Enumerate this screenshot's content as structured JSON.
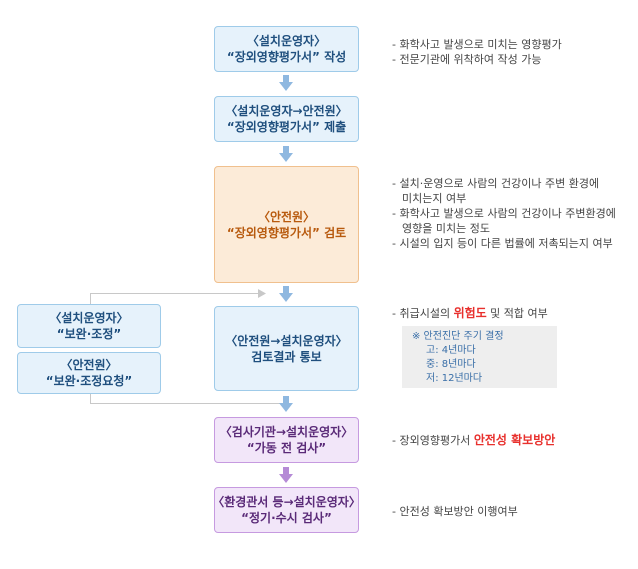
{
  "flow": {
    "step1": {
      "line1": "〈설치운영자〉",
      "line2": "“장외영향평가서” 작성"
    },
    "step2": {
      "line1": "〈설치운영자→안전원〉",
      "line2": "“장외영향평가서” 제출"
    },
    "step3": {
      "line1": "〈안전원〉",
      "line2": "“장외영향평가서” 검토"
    },
    "step4": {
      "line1": "〈안전원→설치운영자〉",
      "line2": "검토결과 통보"
    },
    "step5": {
      "line1": "〈검사기관→설치운영자〉",
      "line2": "“가동 전 검사”"
    },
    "step6": {
      "line1": "〈환경관서 등→설치운영자〉",
      "line2": "“정기·수시 검사”"
    }
  },
  "side": {
    "operator": {
      "line1": "〈설치운영자〉",
      "line2": "“보완·조정”"
    },
    "agency": {
      "line1": "〈안전원〉",
      "line2": "“보완·조정요청”"
    }
  },
  "notes": {
    "n1": [
      "- 화학사고 발생으로 미치는 영향평가",
      "- 전문기관에 위착하여 작성 가능"
    ],
    "n3": {
      "a1": "- 설치·운영으로 사람의 건강이나 주변 환경에",
      "a2": "미치는지 여부",
      "b1": "- 화학사고 발생으로 사람의 건강이나 주변환경에",
      "b2": "영향을 미치는 정도",
      "c1": "- 시설의 입지 등이 다른 법률에 저촉되는지 여부"
    },
    "n4": {
      "prefix": "- 취급시설의 ",
      "highlight": "위험도",
      "suffix": " 및 적합 여부"
    },
    "cycle": {
      "title": "※ 안전진단 주기 결정",
      "high": "고: 4년마다",
      "mid": "중: 8년마다",
      "low": "저: 12년마다"
    },
    "n5": {
      "prefix": "- 장외영향평가서 ",
      "highlight": "안전성 확보방안"
    },
    "n6": "- 안전성 확보방안 이행여부"
  },
  "colors": {
    "arrow_blue": "#8fb8e0",
    "arrow_purple": "#b58ad6",
    "highlight": "#e8302d"
  }
}
